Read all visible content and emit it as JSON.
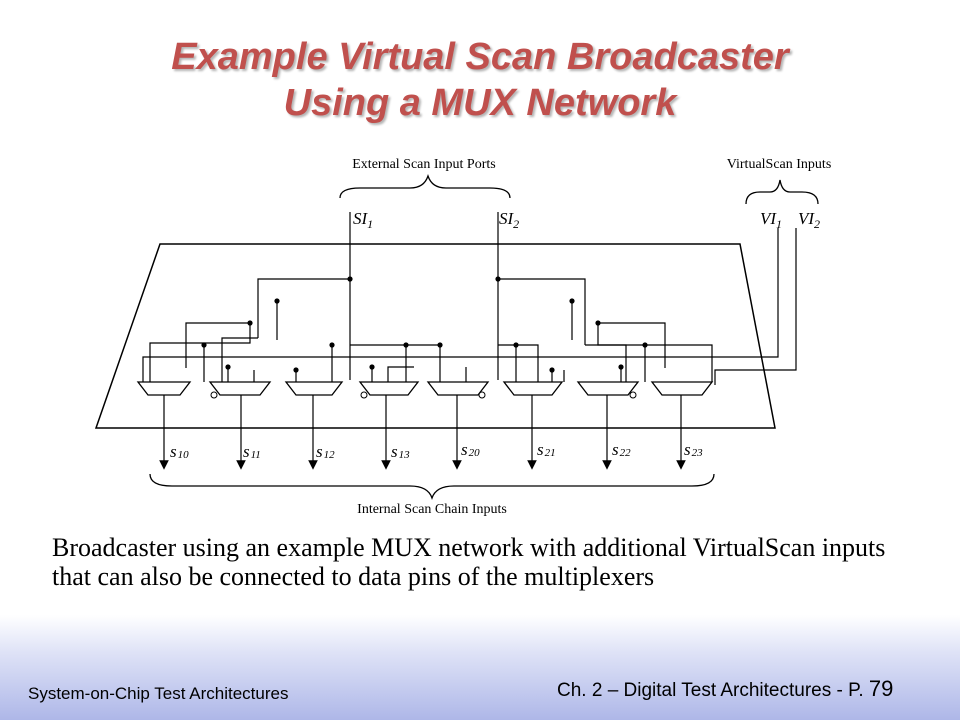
{
  "slide": {
    "title_line1": "Example Virtual Scan Broadcaster",
    "title_line2": "Using a MUX Network",
    "caption": "Broadcaster using an example MUX network with additional VirtualScan inputs that can also be connected to data pins of the multiplexers"
  },
  "diagram": {
    "external_ports_label": "External Scan Input Ports",
    "virtualscan_inputs_label": "VirtualScan Inputs",
    "internal_chain_label": "Internal Scan Chain Inputs",
    "ports": [
      {
        "base": "SI",
        "sub": "1"
      },
      {
        "base": "SI",
        "sub": "2"
      }
    ],
    "virtual_inputs": [
      {
        "base": "VI",
        "sub": "1"
      },
      {
        "base": "VI",
        "sub": "2"
      }
    ],
    "outputs": [
      {
        "base": "s",
        "sub": "10"
      },
      {
        "base": "s",
        "sub": "11"
      },
      {
        "base": "s",
        "sub": "12"
      },
      {
        "base": "s",
        "sub": "13"
      },
      {
        "base": "s",
        "sub": "20"
      },
      {
        "base": "s",
        "sub": "21"
      },
      {
        "base": "s",
        "sub": "22"
      },
      {
        "base": "s",
        "sub": "23"
      }
    ]
  },
  "footer": {
    "left": "System-on-Chip Test Architectures",
    "right_prefix": "Ch. 2 – Digital Test Architectures - P.",
    "page_number": "79"
  }
}
